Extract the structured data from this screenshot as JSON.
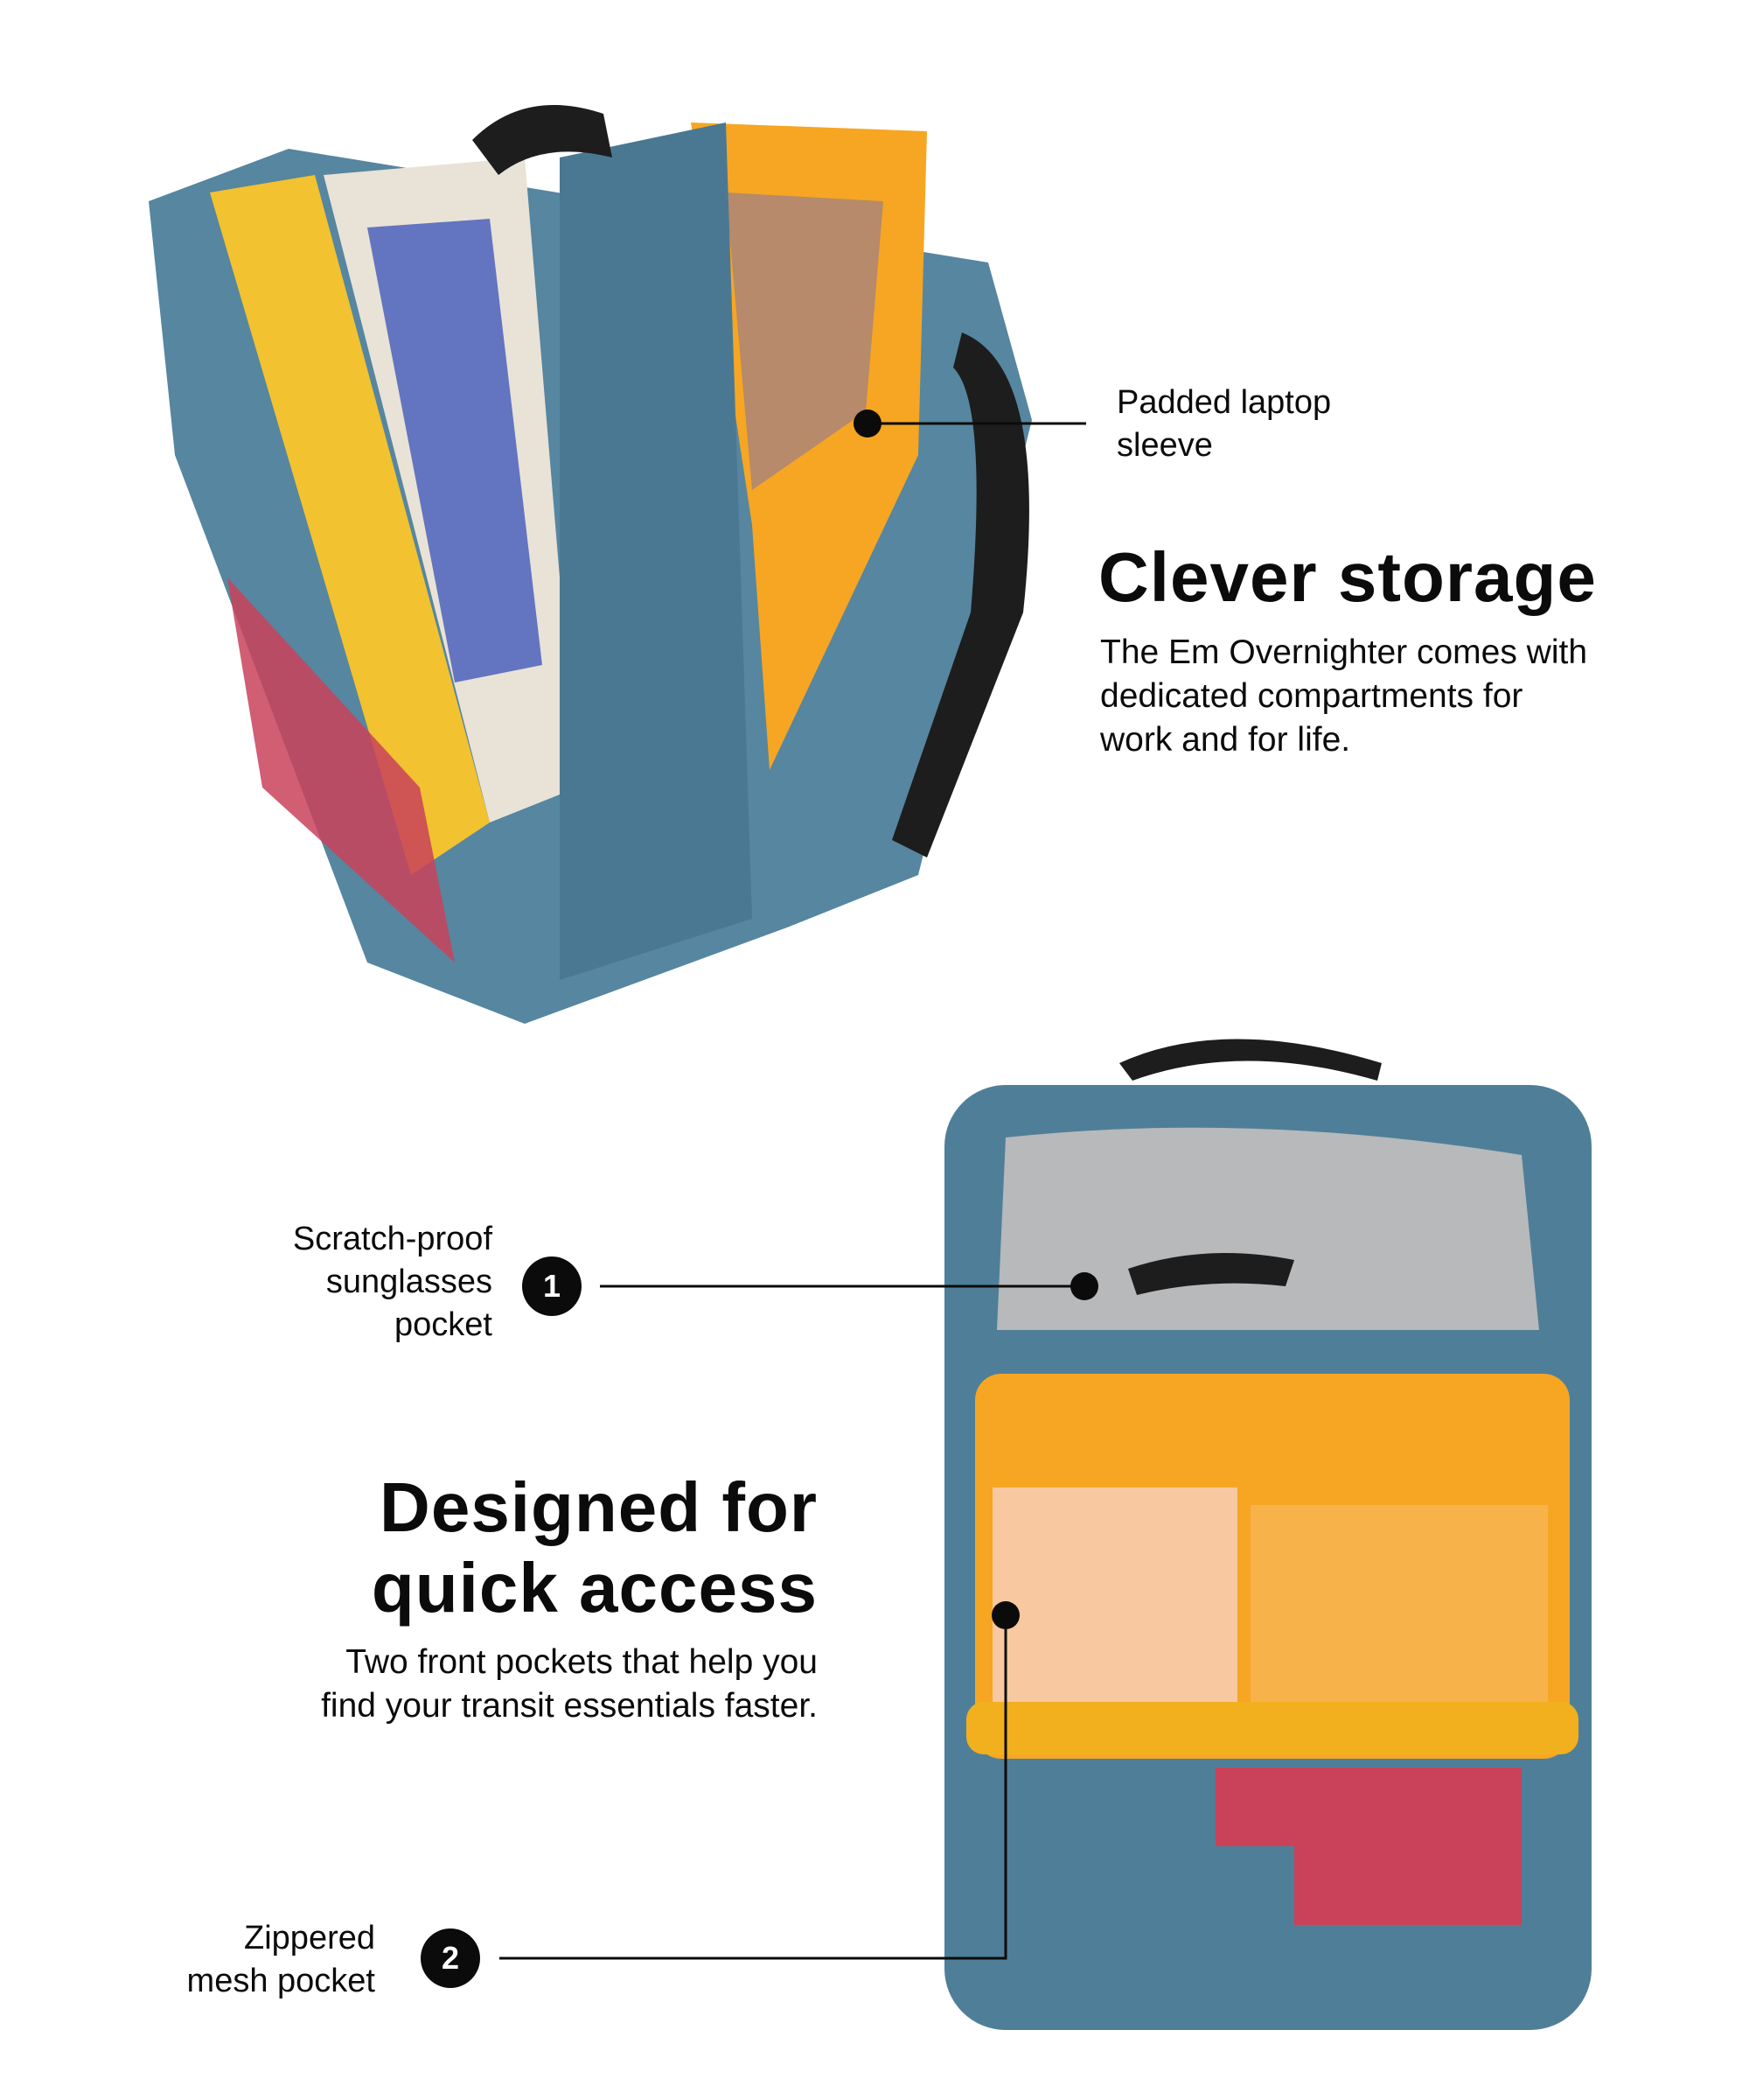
{
  "top_section": {
    "callout": {
      "lines": [
        "Padded laptop",
        "sleeve"
      ]
    },
    "heading": "Clever storage",
    "body_lines": [
      "The Em Overnighter comes with",
      "dedicated compartments for",
      "work and for life."
    ]
  },
  "bottom_section": {
    "callouts": [
      {
        "number": "1",
        "lines": [
          "Scratch-proof",
          "sunglasses",
          "pocket"
        ]
      },
      {
        "number": "2",
        "lines": [
          "Zippered",
          "mesh pocket"
        ]
      }
    ],
    "heading_lines": [
      "Designed for",
      "quick access"
    ],
    "body_lines": [
      "Two front pockets that help you",
      "find your transit essentials faster."
    ]
  },
  "colors": {
    "bag": "#4f7f98",
    "lining": "#f6a623",
    "accent_red": "#c9425a",
    "text": "#0b0b0b"
  }
}
